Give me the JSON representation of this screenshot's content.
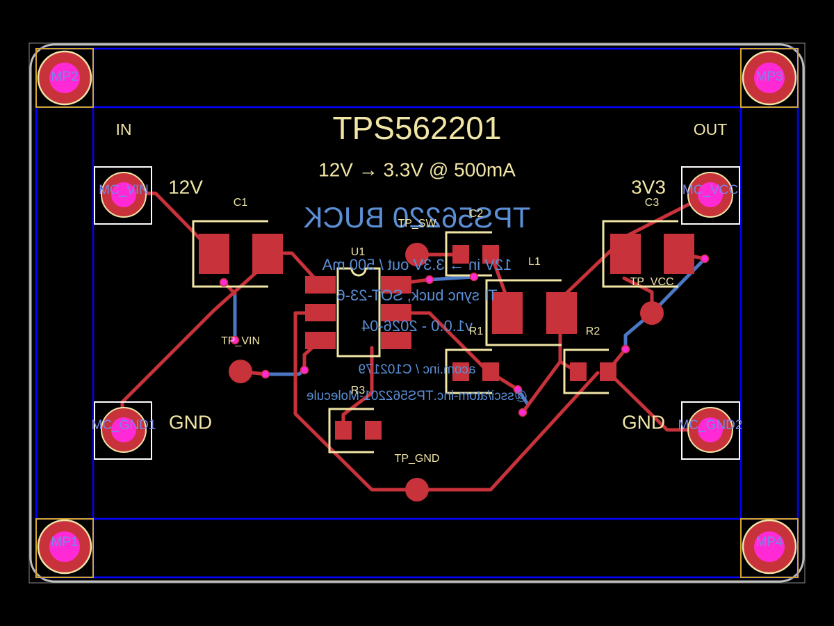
{
  "board": {
    "title": "TPS562201",
    "subtitle": "12V → 3.3V @ 500mA",
    "in_label": "IN",
    "out_label": "OUT",
    "vin_label": "12V",
    "vout_label": "3V3",
    "gnd_left": "GND",
    "gnd_right": "GND"
  },
  "refdes": {
    "c1": "C1",
    "c2": "C2",
    "c3": "C3",
    "u1": "U1",
    "l1": "L1",
    "r1": "R1",
    "r2": "R2",
    "r3": "R3",
    "tp_sw": "TP_SW",
    "tp_vin": "TP_VIN",
    "tp_vcc": "TP_VCC",
    "tp_gnd": "TP_GND"
  },
  "pads": {
    "mp1": "MP1",
    "mp2": "MP2",
    "mp3": "MP3",
    "mp4": "MP4",
    "mc_vin": "MC_VIN",
    "mc_vcc": "MC_VCC",
    "mc_gnd1": "MC_GND1",
    "mc_gnd2": "MC_GND2"
  },
  "back_silk": [
    "TPS56220 BUCK",
    "12V in → 3.3V out / 500 mA",
    "TI sync buck, SOT-23-6",
    "v1.0.0 - 2026-04",
    "acom.inc / C102179",
    "@ssci/atom-inc.TPS562201-Molecule"
  ],
  "colors": {
    "copper": "#c8323a",
    "bottom_copper": "#4a78c4",
    "silkscreen": "#f1e6a6",
    "keepout": "#0000ff",
    "courtyard": "#d4a82a",
    "via": "#ff2ad6",
    "outline": "#bfbfbf"
  }
}
